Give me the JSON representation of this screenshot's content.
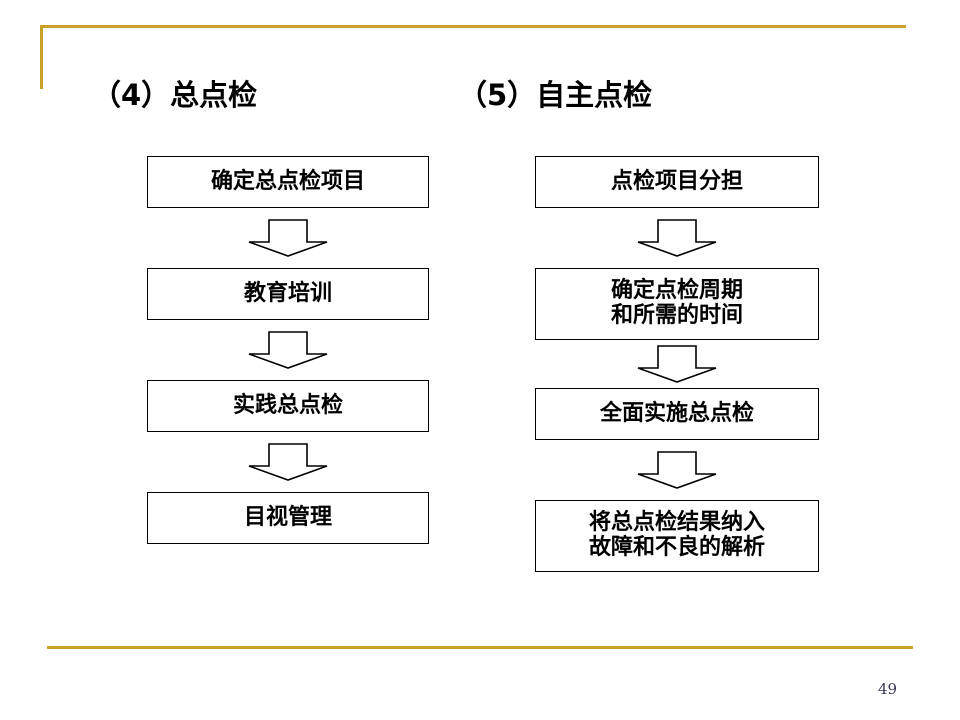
{
  "slide": {
    "page_number": "49",
    "accent_color": "#c9a227",
    "text_color": "#000000",
    "background_color": "#ffffff"
  },
  "headings": {
    "left": "（4）总点检",
    "right": "（5）自主点检"
  },
  "flows": {
    "left": {
      "steps": [
        {
          "label": "确定总点检项目",
          "lines": 1
        },
        {
          "label": "教育培训",
          "lines": 1
        },
        {
          "label": "实践总点检",
          "lines": 1
        },
        {
          "label": "目视管理",
          "lines": 1
        }
      ],
      "connector": "down-arrow"
    },
    "right": {
      "steps": [
        {
          "label": "点检项目分担",
          "lines": 1
        },
        {
          "label": "确定点检周期\n和所需的时间",
          "lines": 2
        },
        {
          "label": "全面实施总点检",
          "lines": 1
        },
        {
          "label": "将总点检结果纳入\n故障和不良的解析",
          "lines": 2
        }
      ],
      "connector": "down-arrow"
    }
  }
}
